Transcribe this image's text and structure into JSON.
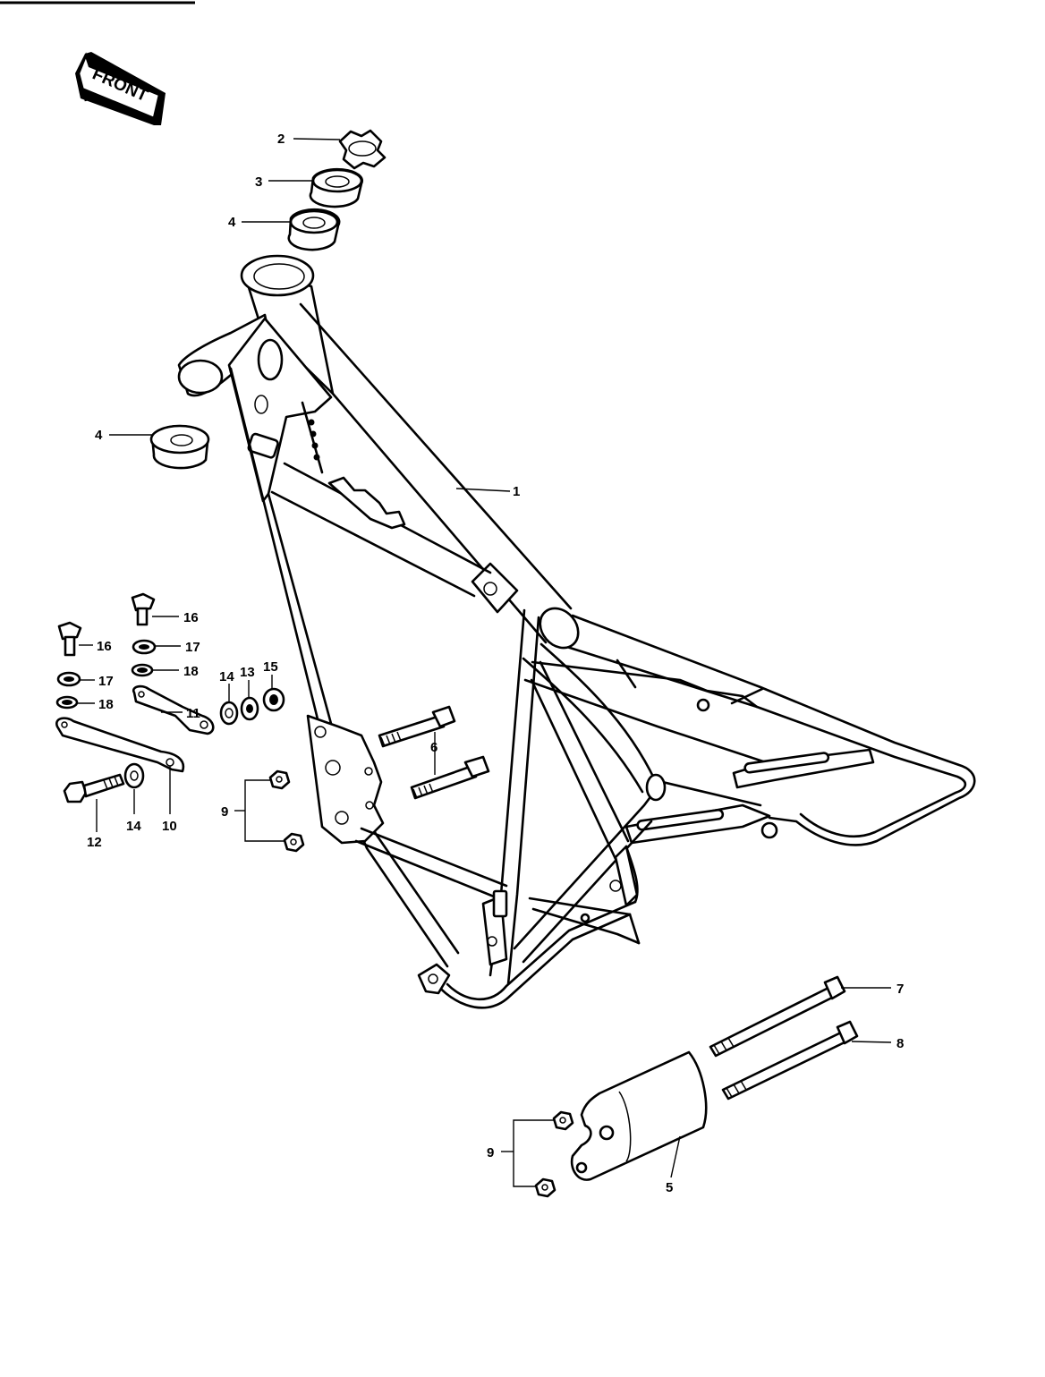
{
  "front_arrow": {
    "label": "FRONT",
    "icon": "front-direction-arrow-icon"
  },
  "callouts": {
    "c1": "1",
    "c2": "2",
    "c3": "3",
    "c4a": "4",
    "c4b": "4",
    "c5": "5",
    "c6": "6",
    "c7": "7",
    "c8": "8",
    "c9a": "9",
    "c9b": "9",
    "c10": "10",
    "c11": "11",
    "c12": "12",
    "c13": "13",
    "c14a": "14",
    "c14b": "14",
    "c15": "15",
    "c16a": "16",
    "c16b": "16",
    "c17a": "17",
    "c17b": "17",
    "c18a": "18",
    "c18b": "18"
  }
}
